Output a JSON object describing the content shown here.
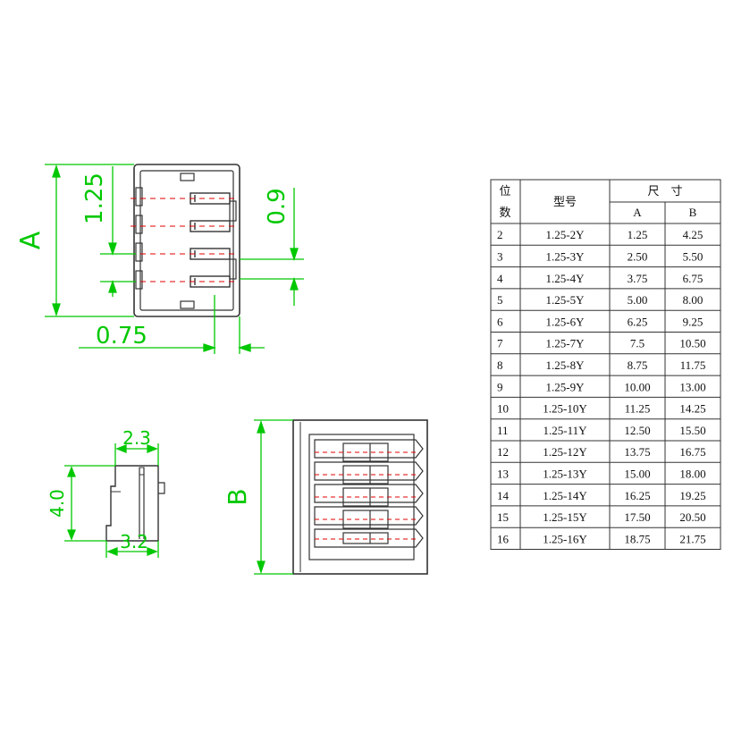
{
  "dims": {
    "top_view": {
      "pitch": "1.25",
      "width": "A",
      "pin_spacing": "0.9",
      "offset": "0.75"
    },
    "side_view": {
      "depth_top": "2.3",
      "height": "4.0",
      "depth_bottom": "3.2"
    },
    "front_view": {
      "length": "B"
    }
  },
  "table": {
    "header": {
      "positions_line1": "位",
      "positions_line2": "数",
      "model": "型号",
      "size": "尺　寸",
      "col_a": "A",
      "col_b": "B"
    },
    "rows": [
      {
        "n": "2",
        "model": "1.25-2Y",
        "a": "1.25",
        "b": "4.25"
      },
      {
        "n": "3",
        "model": "1.25-3Y",
        "a": "2.50",
        "b": "5.50"
      },
      {
        "n": "4",
        "model": "1.25-4Y",
        "a": "3.75",
        "b": "6.75"
      },
      {
        "n": "5",
        "model": "1.25-5Y",
        "a": "5.00",
        "b": "8.00"
      },
      {
        "n": "6",
        "model": "1.25-6Y",
        "a": "6.25",
        "b": "9.25"
      },
      {
        "n": "7",
        "model": "1.25-7Y",
        "a": "7.5",
        "b": "10.50"
      },
      {
        "n": "8",
        "model": "1.25-8Y",
        "a": "8.75",
        "b": "11.75"
      },
      {
        "n": "9",
        "model": "1.25-9Y",
        "a": "10.00",
        "b": "13.00"
      },
      {
        "n": "10",
        "model": "1.25-10Y",
        "a": "11.25",
        "b": "14.25"
      },
      {
        "n": "11",
        "model": "1.25-11Y",
        "a": "12.50",
        "b": "15.50"
      },
      {
        "n": "12",
        "model": "1.25-12Y",
        "a": "13.75",
        "b": "16.75"
      },
      {
        "n": "13",
        "model": "1.25-13Y",
        "a": "15.00",
        "b": "18.00"
      },
      {
        "n": "14",
        "model": "1.25-14Y",
        "a": "16.25",
        "b": "19.25"
      },
      {
        "n": "15",
        "model": "1.25-15Y",
        "a": "17.50",
        "b": "20.50"
      },
      {
        "n": "16",
        "model": "1.25-16Y",
        "a": "18.75",
        "b": "21.75"
      }
    ]
  },
  "colors": {
    "dimension": "#00c800",
    "centerline": "#e00000",
    "outline": "#333333"
  }
}
